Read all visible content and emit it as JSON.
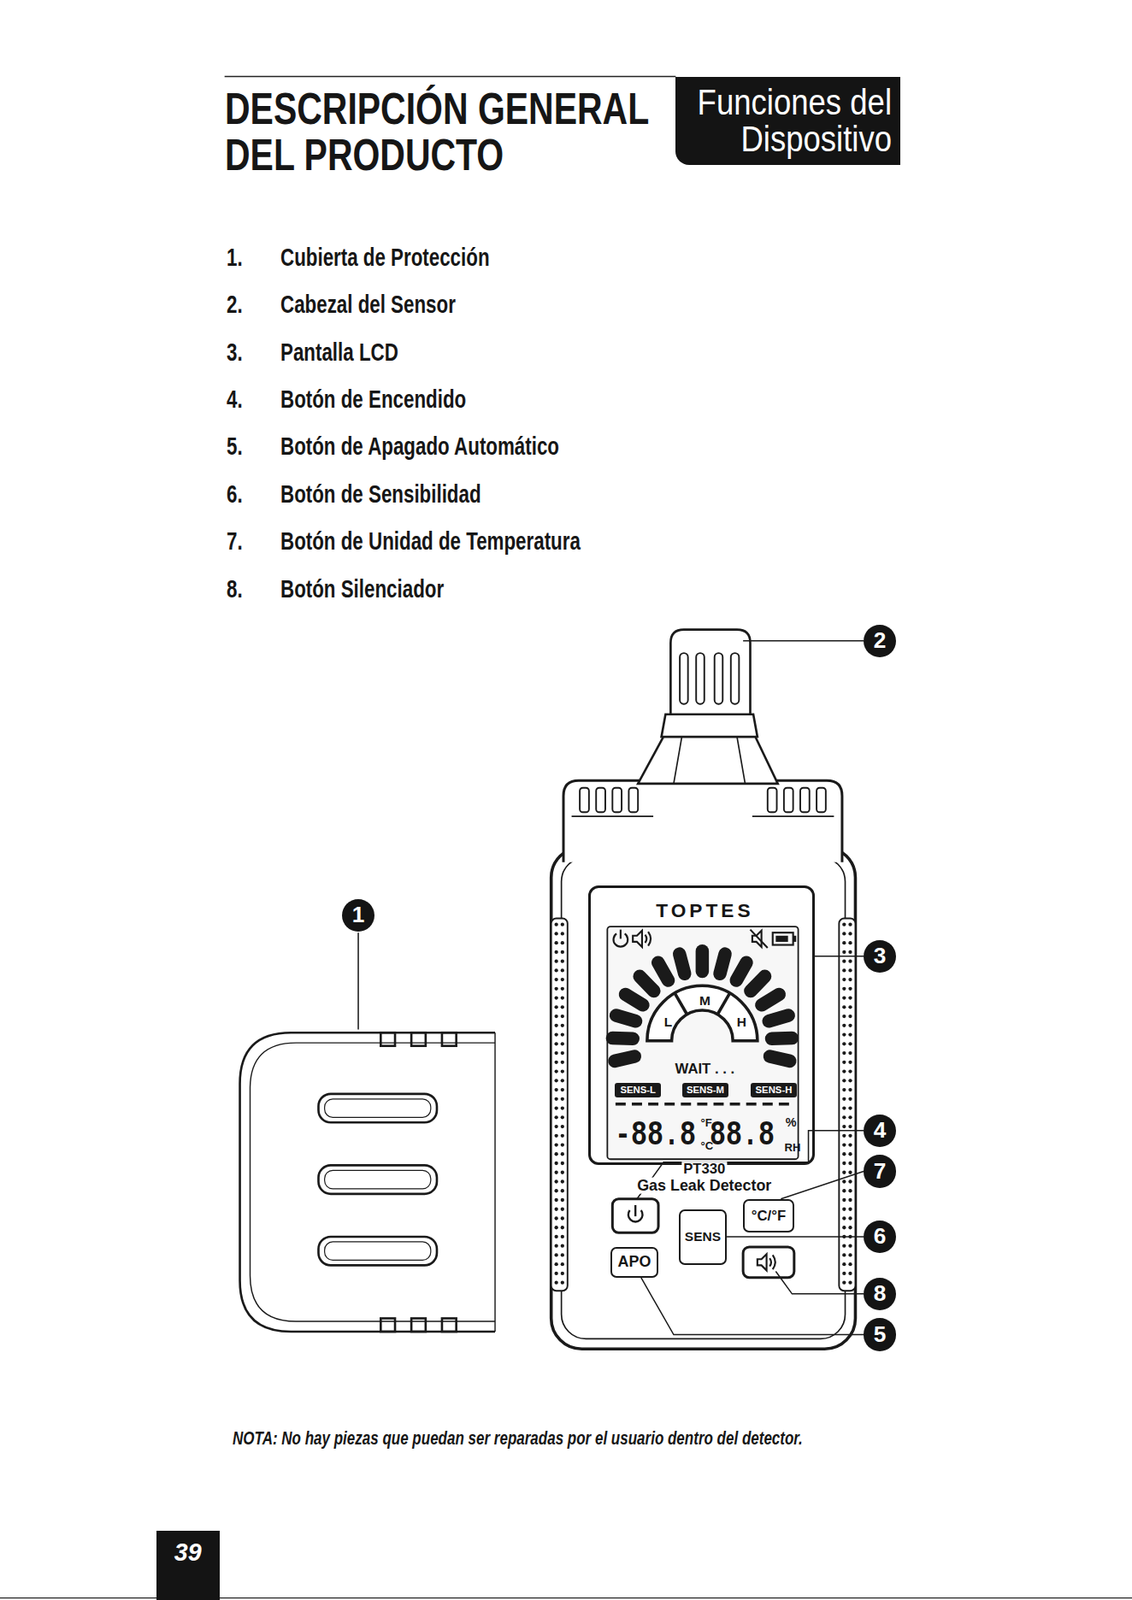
{
  "diagram": {
    "title": "DESCRIPCIÓN GENERAL DEL PRODUCTO",
    "nodes": [
      {
        "text": [
          "Funciones del Dispositivo"
        ]
      },
      {
        "text": [
          "2"
        ]
      },
      {
        "text": [
          "TOPTES",
          "M",
          "L",
          "H",
          "WAIT . . .",
          "-88.8",
          "°F",
          "°C",
          "88.8",
          "%",
          "RH"
        ]
      },
      {
        "text": [
          "SENS-L"
        ],
        "in": 2
      },
      {
        "text": [
          "SENS-M"
        ],
        "in": 2
      },
      {
        "text": [
          "SENS-H"
        ],
        "in": 2
      },
      {
        "text": [
          "1"
        ]
      },
      {
        "text": [
          "3"
        ]
      },
      {
        "text": [
          "4"
        ]
      },
      {
        "text": [
          "7"
        ]
      },
      {
        "text": [
          "°C/°F"
        ]
      },
      {
        "text": [
          "SENS"
        ]
      },
      {
        "text": [
          "6"
        ]
      },
      {
        "text": [
          "APO"
        ]
      },
      {
        "text": [
          "8"
        ]
      },
      {
        "text": [
          "5"
        ]
      },
      {
        "text": [
          "39"
        ]
      }
    ],
    "edges": [
      {
        "from": 7,
        "to": 2,
        "arrow": "none"
      },
      {
        "from": 9,
        "to": 10,
        "arrow": "none"
      },
      {
        "from": 12,
        "to": 11,
        "arrow": "none"
      },
      {
        "from": 15,
        "to": 13,
        "arrow": "none"
      }
    ],
    "labels": [
      "1.",
      "Cubierta de Protección",
      "2.",
      "Cabezal del Sensor",
      "3.",
      "Pantalla LCD",
      "4.",
      "Botón de Encendido",
      "5.",
      "Botón de Apagado Automático",
      "6.",
      "Botón de Sensibilidad",
      "7.",
      "Botón de Unidad de Temperatura",
      "8.",
      "Botón Silenciador",
      "PT330",
      "Gas Leak Detector",
      "NOTA: No hay piezas que puedan ser reparadas por el usuario dentro del detector."
    ]
  }
}
